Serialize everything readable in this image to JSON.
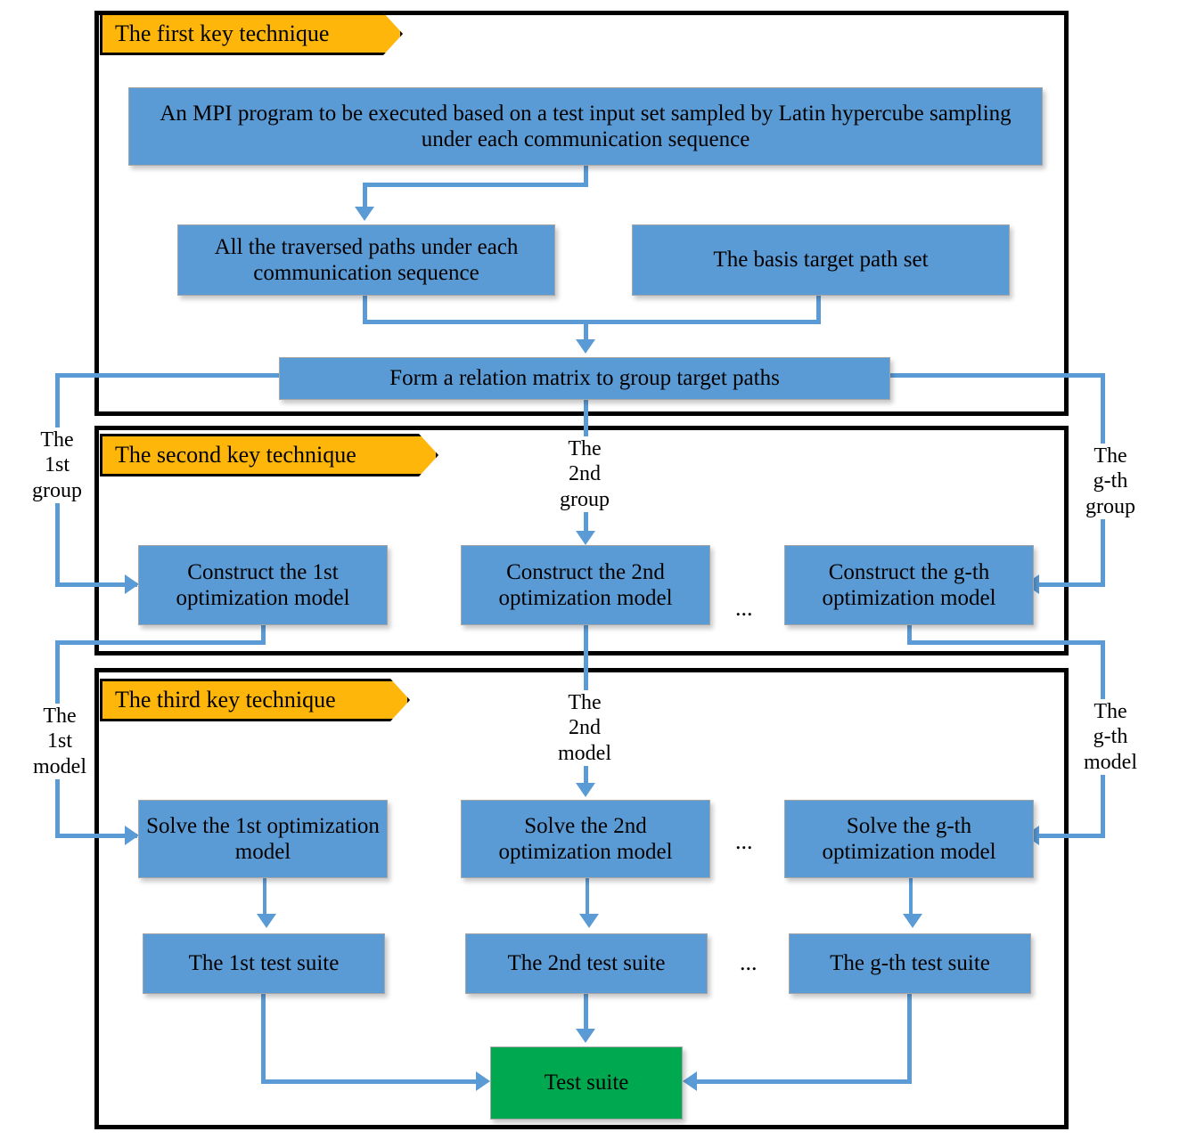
{
  "panels": [
    {
      "tag": "The first key technique"
    },
    {
      "tag": "The second key technique"
    },
    {
      "tag": "The third key technique"
    }
  ],
  "boxes": {
    "mpi": "An MPI  program to be executed based on a test input set sampled by Latin hypercube sampling under each communication sequence",
    "paths": "All the traversed paths under each communication sequence",
    "basis": "The basis target path set",
    "matrix": "Form a relation matrix to group target paths",
    "construct_1": "Construct the 1st optimization model",
    "construct_2": "Construct the 2nd optimization model",
    "construct_g": "Construct the g-th optimization model",
    "solve_1": "Solve the 1st optimization model",
    "solve_2": "Solve the 2nd optimization model",
    "solve_g": "Solve the g-th optimization model",
    "suite_1": "The 1st test suite",
    "suite_2": "The 2nd test suite",
    "suite_g": "The g-th test suite",
    "test_suite": "Test suite"
  },
  "labels": {
    "group_1": "The\n1st\ngroup",
    "group_2": "The\n2nd\ngroup",
    "group_g": "The\ng-th\ngroup",
    "model_1": "The\n1st\nmodel",
    "model_2": "The\n2nd\nmodel",
    "model_g": "The\ng-th\nmodel",
    "ellipsis": "..."
  },
  "colors": {
    "banner": "#FFB60A",
    "process_box": "#5B9BD5",
    "result_box": "#00A94F",
    "connector": "#5B9BD5",
    "panel_border": "#000000"
  }
}
